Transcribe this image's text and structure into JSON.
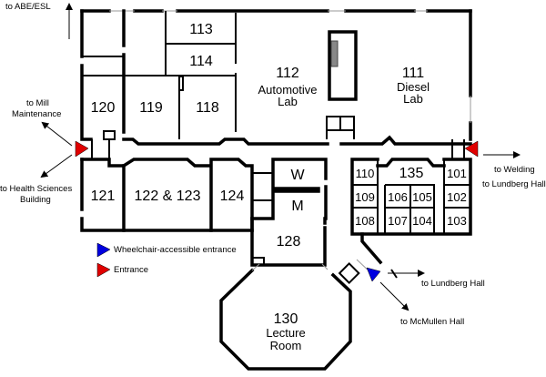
{
  "title": "Building floor plan",
  "rooms": {
    "r113": "113",
    "r114": "114",
    "r112_num": "112",
    "r112_name1": "Automotive",
    "r112_name2": "Lab",
    "r111_num": "111",
    "r111_name1": "Diesel",
    "r111_name2": "Lab",
    "r120": "120",
    "r119": "119",
    "r118": "118",
    "r121": "121",
    "r122_123": "122 & 123",
    "r124": "124",
    "w": "W",
    "m": "M",
    "r128": "128",
    "r135": "135",
    "r110": "110",
    "r109": "109",
    "r108": "108",
    "r106": "106",
    "r105": "105",
    "r107": "107",
    "r104": "104",
    "r101": "101",
    "r102": "102",
    "r103": "103",
    "r130_num": "130",
    "r130_name1": "Lecture",
    "r130_name2": "Room"
  },
  "directions": {
    "abe_esl": "to ABE/ESL",
    "mill1": "to Mill",
    "mill2": "Maintenance",
    "health1": "to Health Sciences",
    "health2": "Building",
    "welding": "to Welding",
    "lundberg_east": "to Lundberg Hall",
    "lundberg_south": "to Lundberg Hall",
    "mcmullen": "to McMullen Hall"
  },
  "legend": {
    "wheelchair": "Wheelchair-accessible entrance",
    "entrance": "Entrance"
  },
  "colors": {
    "entrance": "#e00000",
    "wheelchair": "#0000e0"
  }
}
